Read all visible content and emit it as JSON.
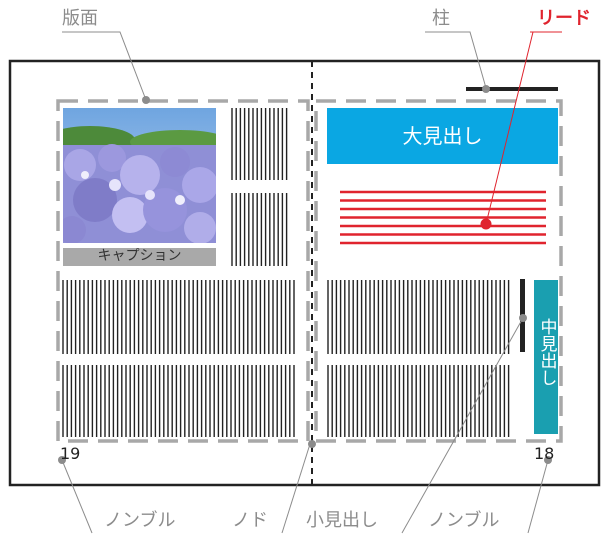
{
  "labels": {
    "hanmen": "版面",
    "hashira": "柱",
    "lead": "リード",
    "nombre_left": "ノンブル",
    "nodo": "ノド",
    "komidashi": "小見出し",
    "nombre_right": "ノンブル"
  },
  "boxes": {
    "caption": "キャプション",
    "omidashi": "大見出し",
    "nakamidashi": "中見出し"
  },
  "page_numbers": {
    "left": "19",
    "right": "18"
  },
  "colors": {
    "callout_gray": "#8c8c8c",
    "lead_red": "#e0242e",
    "heading_blue": "#0aa7e3",
    "subheading_teal": "#1a9fb0",
    "caption_gray": "#a9a9a9",
    "frame": "#222222",
    "type_area_dash": "#a8a8a8"
  },
  "photo": {
    "subject": "hydrangea-photo"
  }
}
